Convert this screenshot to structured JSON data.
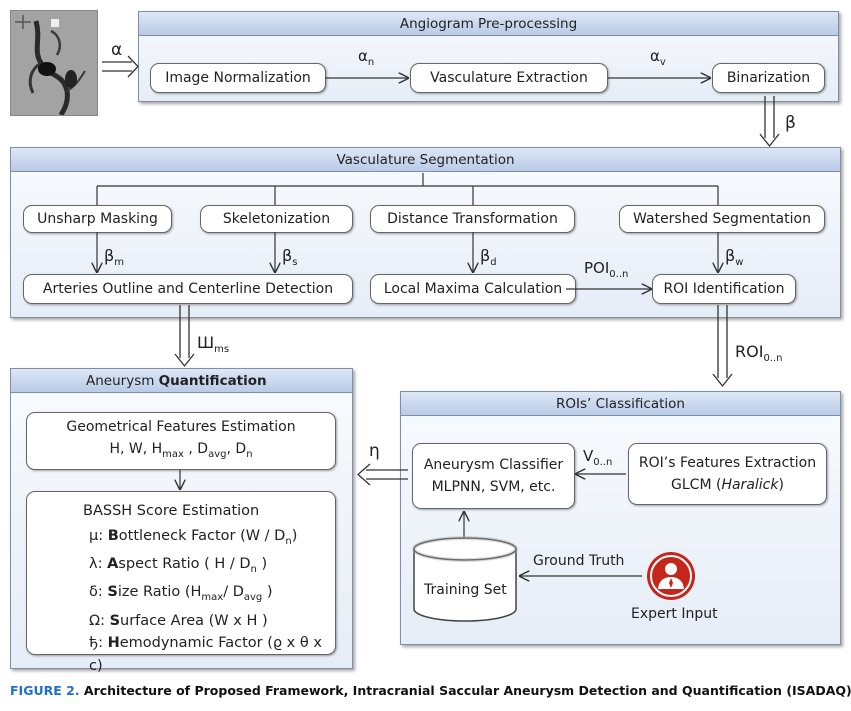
{
  "preprocessing": {
    "title": "Angiogram Pre-processing",
    "input_label": "α",
    "steps": [
      "Image Normalization",
      "Vasculature Extraction",
      "Binarization"
    ],
    "arrow_labels": [
      {
        "base": "α",
        "sub": "n"
      },
      {
        "base": "α",
        "sub": "v"
      }
    ],
    "output_label": "β"
  },
  "segmentation": {
    "title": "Vasculature Segmentation",
    "top_boxes": [
      "Unsharp Masking",
      "Skeletonization",
      "Distance Transformation",
      "Watershed Segmentation"
    ],
    "beta_labels": [
      {
        "base": "β",
        "sub": "m"
      },
      {
        "base": "β",
        "sub": "s"
      },
      {
        "base": "β",
        "sub": "d"
      },
      {
        "base": "β",
        "sub": "w"
      }
    ],
    "bottom_boxes": [
      "Arteries Outline and Centerline Detection",
      "Local Maxima Calculation",
      "ROI Identification"
    ],
    "poi_label": {
      "base": "POI",
      "sub": "0..n"
    },
    "out_ms": {
      "base": "Ш",
      "sub": "ms"
    },
    "out_roi": {
      "base": "ROI",
      "sub": "0..n"
    }
  },
  "quantification": {
    "title_plain": "Aneurysm ",
    "title_bold": "Quantification",
    "geo_title": "Geometrical Features Estimation",
    "geo_line": {
      "a": "H, W, H",
      "a_sub": "max",
      "b": " , D",
      "b_sub": "avg",
      "c": ", D",
      "c_sub": "n"
    },
    "bassh_title": "BASSH  Score Estimation",
    "factors": [
      {
        "sym": "μ: ",
        "bold": "B",
        "text": "ottleneck Factor (W / D",
        "sub": "n",
        "end": ")"
      },
      {
        "sym": "λ: ",
        "bold": "A",
        "text": "spect Ratio ( H / D",
        "sub": "n",
        "end": " )"
      },
      {
        "sym": "δ: ",
        "bold": "S",
        "text": "ize Ratio (H",
        "sub": "max",
        "mid": "/ D",
        "sub2": "avg",
        "end": " )"
      },
      {
        "sym": "Ω: ",
        "bold": "S",
        "text": "urface Area (W x H )",
        "sub": "",
        "end": ""
      },
      {
        "sym": "ђ: ",
        "bold": "H",
        "text": "emodynamic Factor (ϱ x θ x c)",
        "sub": "",
        "end": ""
      }
    ]
  },
  "classification": {
    "title": "ROIs’ Classification",
    "classifier_line1": "Aneurysm Classifier",
    "classifier_line2": "MLPNN, SVM, etc.",
    "v_label": {
      "base": "V",
      "sub": "0..n"
    },
    "features_line1": "ROI’s Features Extraction",
    "features_line2_plain": "GLCM (",
    "features_line2_italic": "Haralick",
    "features_line2_end": ")",
    "training_set": "Training Set",
    "ground_truth": "Ground Truth",
    "expert_input": "Expert Input",
    "eta_label": "η"
  },
  "caption": {
    "fig": "FIGURE 2.",
    "text": "  Architecture of Proposed Framework, Intracranial Saccular Aneurysm Detection and Quantification (ISADAQ)."
  },
  "colors": {
    "panel_border": "#7f8fa8",
    "header": "#c6d5ee",
    "expert_icon": "#c4261c",
    "caption_fig": "#1f6fd0"
  }
}
